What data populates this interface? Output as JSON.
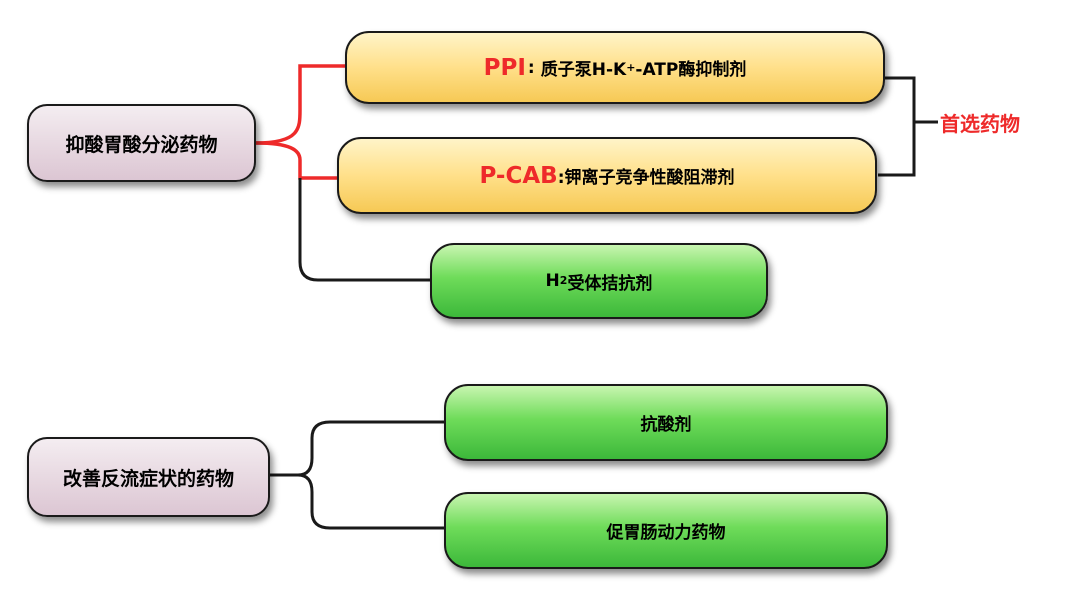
{
  "nodes": {
    "acid_group": "抑酸胃酸分泌药物",
    "ppi": {
      "prefix": "PPI",
      "colon": ":",
      "text_a": "质子泵H-K",
      "superscript": "+",
      "text_b": "-ATP酶抑制剂"
    },
    "pcab": {
      "prefix": "P-CAB",
      "text": ":钾离子竞争性酸阻滞剂"
    },
    "h2": {
      "prefix": "H",
      "subscript": "2",
      "text": "受体拮抗剂"
    },
    "reflux_group": "改善反流症状的药物",
    "antacid": "抗酸剂",
    "prokinetic": "促胃肠动力药物"
  },
  "first_choice_label": "首选药物",
  "colors": {
    "accent_red": "#ee2a2a",
    "yellow_node": "#ffe08a",
    "green_node": "#6fdc5a",
    "pink_node": "#e9dbe3",
    "line": "#1a1a1a"
  }
}
